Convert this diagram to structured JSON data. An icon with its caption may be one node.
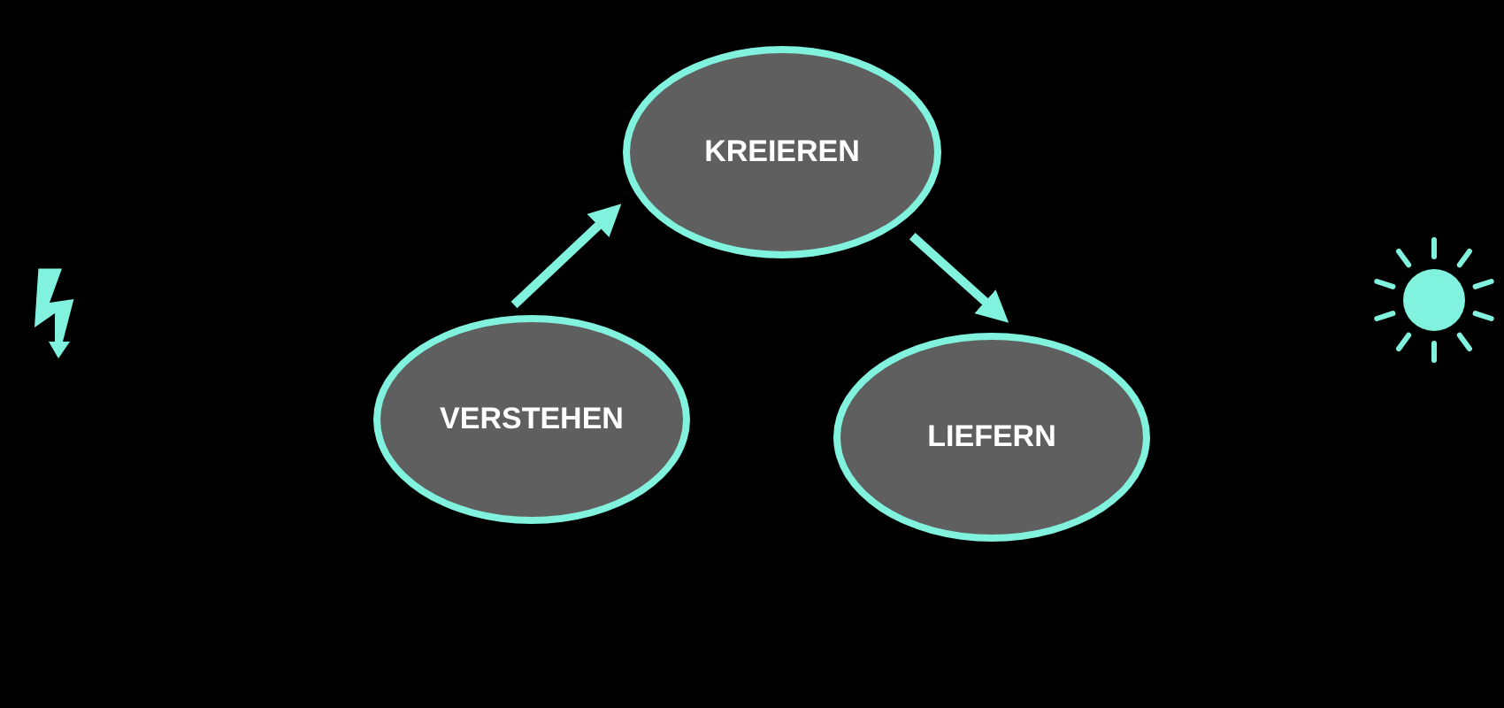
{
  "diagram": {
    "nodes": [
      {
        "text": [
          "KREIEREN"
        ]
      },
      {
        "text": [
          "VERSTEHEN"
        ]
      },
      {
        "text": [
          "LIEFERN"
        ]
      }
    ],
    "edges": [
      {
        "from": 1,
        "to": 0,
        "arrow": "to"
      },
      {
        "from": 0,
        "to": 2,
        "arrow": "to"
      }
    ]
  }
}
